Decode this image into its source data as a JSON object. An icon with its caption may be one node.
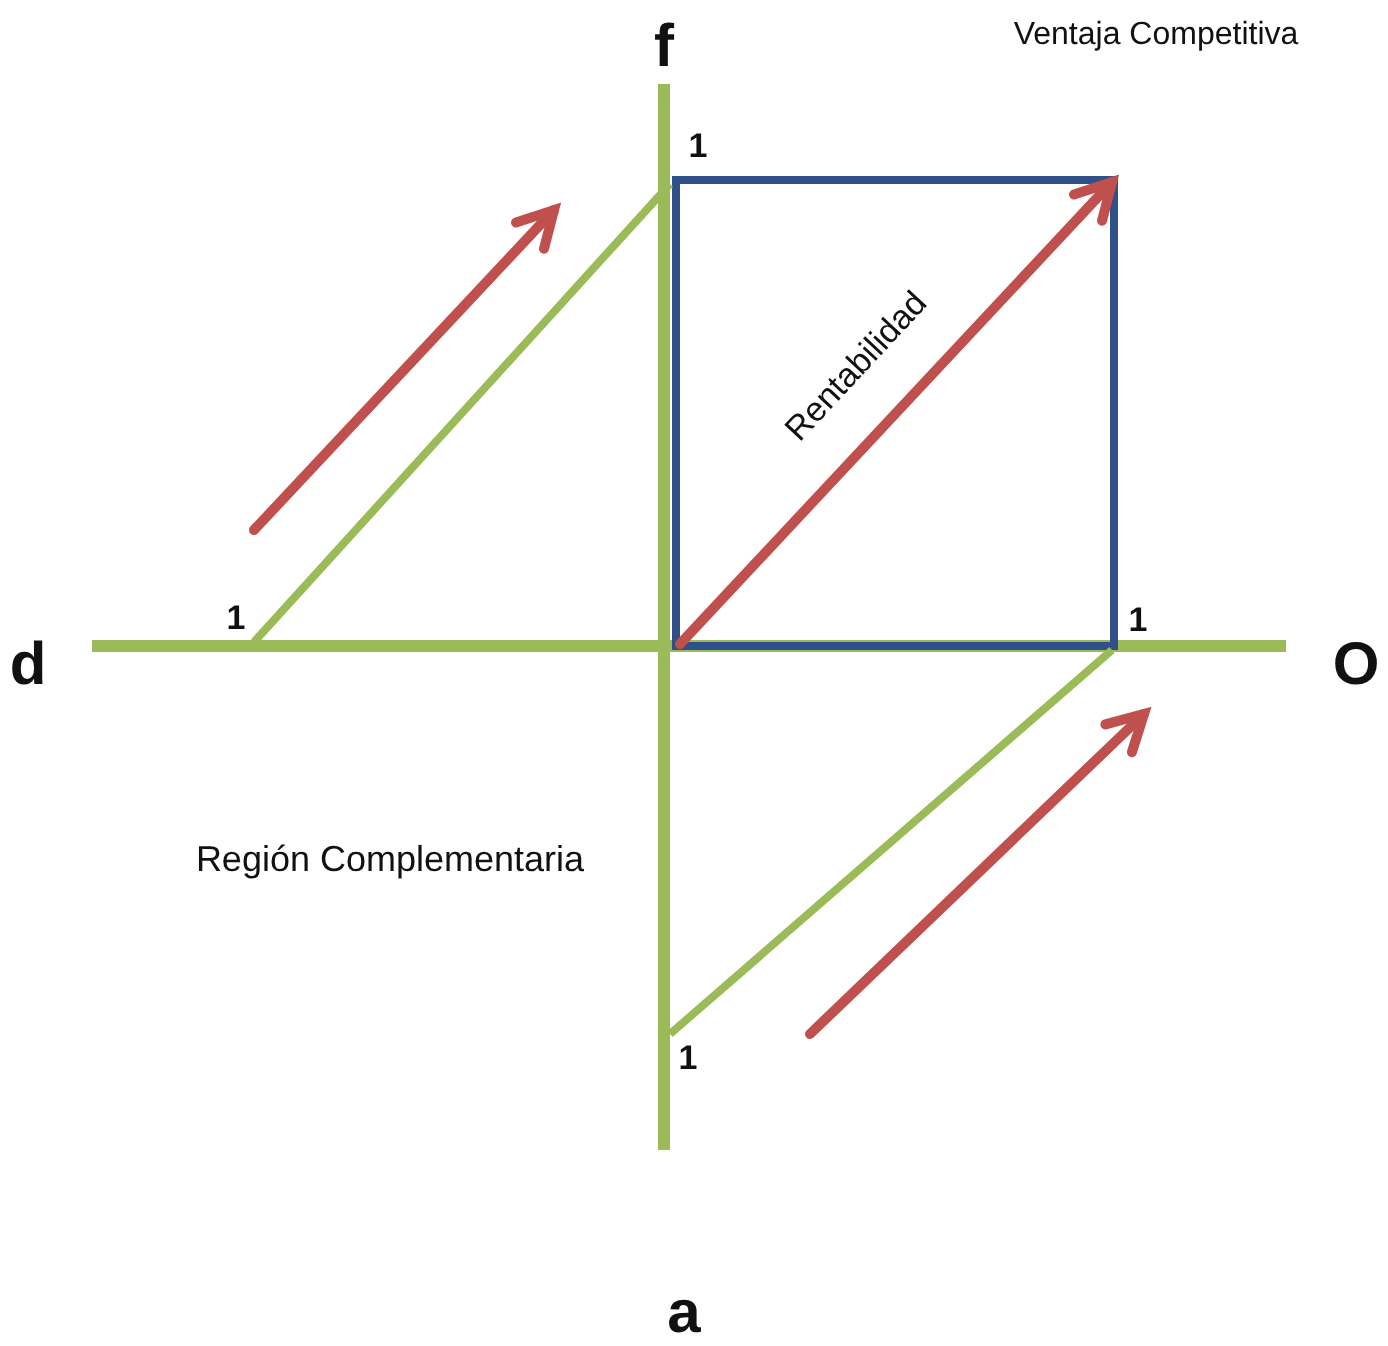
{
  "diagram": {
    "labels": [
      "f",
      "Ventaja Competitiva",
      "1",
      "Rentabilidad",
      "d",
      "1",
      "1",
      "O",
      "Región Complementaria",
      "1",
      "a"
    ]
  }
}
